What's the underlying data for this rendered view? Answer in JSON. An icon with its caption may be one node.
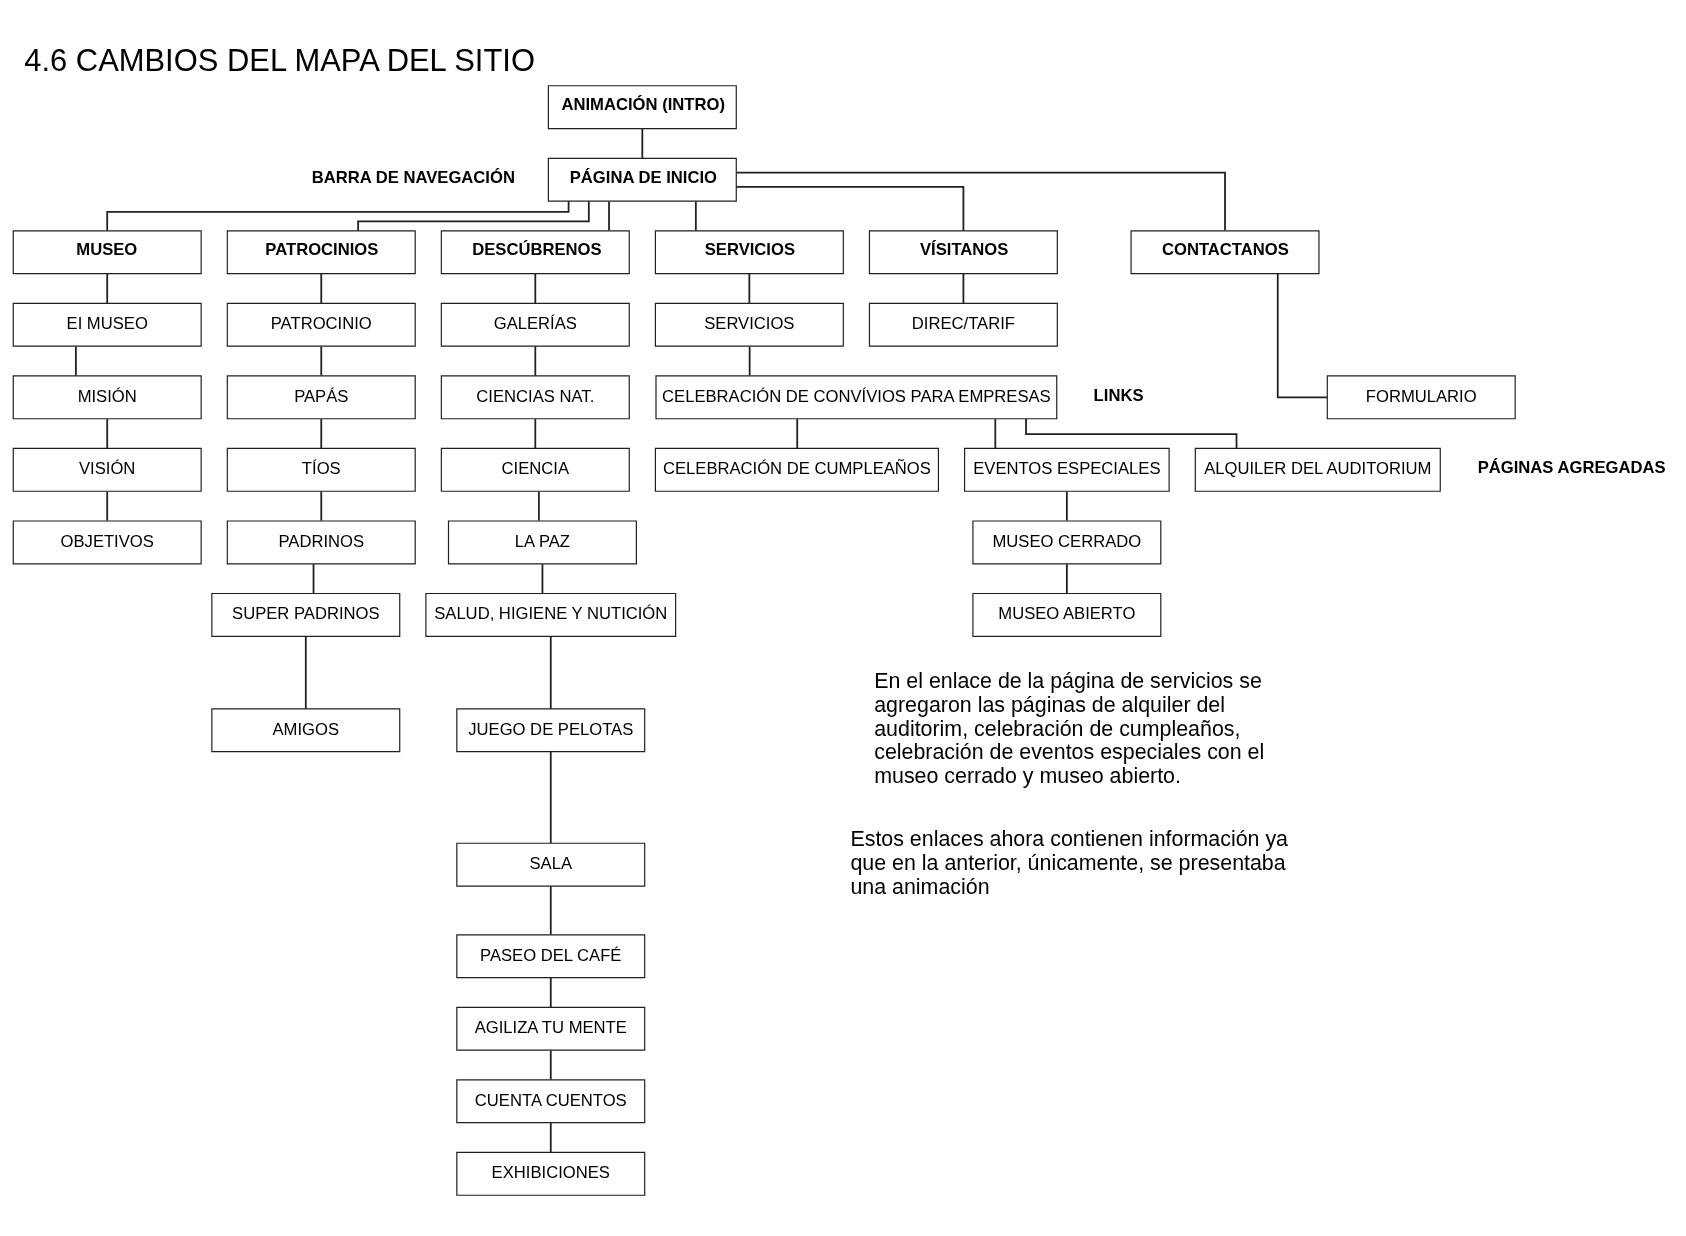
{
  "diagram": {
    "title": "4.6 CAMBIOS DEL MAPA DEL SITIO",
    "nodes": [
      {
        "text": [
          "ANIMACIÓN (INTRO)"
        ]
      },
      {
        "text": [
          "PÁGINA DE INICIO"
        ]
      },
      {
        "text": [
          "MUSEO"
        ]
      },
      {
        "text": [
          "PATROCINIOS"
        ]
      },
      {
        "text": [
          "DESCÚBRENOS"
        ]
      },
      {
        "text": [
          "SERVICIOS"
        ]
      },
      {
        "text": [
          "VÍSITANOS"
        ]
      },
      {
        "text": [
          "CONTACTANOS"
        ]
      },
      {
        "text": [
          "EI MUSEO"
        ]
      },
      {
        "text": [
          "MISIÓN"
        ]
      },
      {
        "text": [
          "VISIÓN"
        ]
      },
      {
        "text": [
          "OBJETIVOS"
        ]
      },
      {
        "text": [
          "PATROCINIO"
        ]
      },
      {
        "text": [
          "PAPÁS"
        ]
      },
      {
        "text": [
          "TÍOS"
        ]
      },
      {
        "text": [
          "PADRINOS"
        ]
      },
      {
        "text": [
          "SUPER PADRINOS"
        ]
      },
      {
        "text": [
          "AMIGOS"
        ]
      },
      {
        "text": [
          "GALERÍAS"
        ]
      },
      {
        "text": [
          "CIENCIAS NAT."
        ]
      },
      {
        "text": [
          "CIENCIA"
        ]
      },
      {
        "text": [
          "LA PAZ"
        ]
      },
      {
        "text": [
          "SALUD, HIGIENE Y NUTICIÓN"
        ]
      },
      {
        "text": [
          "JUEGO DE PELOTAS"
        ]
      },
      {
        "text": [
          "SALA"
        ]
      },
      {
        "text": [
          "PASEO DEL CAFÉ"
        ]
      },
      {
        "text": [
          "AGILIZA TU MENTE"
        ]
      },
      {
        "text": [
          "CUENTA CUENTOS"
        ]
      },
      {
        "text": [
          "EXHIBICIONES"
        ]
      },
      {
        "text": [
          "SERVICIOS"
        ]
      },
      {
        "text": [
          "CELEBRACIÓN DE CONVÍVIOS PARA EMPRESAS"
        ]
      },
      {
        "text": [
          "ALQUILER DEL AUDITORIUM"
        ]
      },
      {
        "text": [
          "CELEBRACIÓN DE CUMPLEAÑOS"
        ]
      },
      {
        "text": [
          "EVENTOS ESPECIALES"
        ]
      },
      {
        "text": [
          "MUSEO CERRADO"
        ]
      },
      {
        "text": [
          "MUSEO ABIERTO"
        ]
      },
      {
        "text": [
          "DIREC/TARIF"
        ]
      },
      {
        "text": [
          "FORMULARIO"
        ]
      }
    ],
    "edges": [
      {
        "from": 0,
        "to": 1,
        "arrow": "none"
      },
      {
        "from": 1,
        "to": 2,
        "arrow": "none"
      },
      {
        "from": 1,
        "to": 3,
        "arrow": "none"
      },
      {
        "from": 1,
        "to": 4,
        "arrow": "none"
      },
      {
        "from": 1,
        "to": 5,
        "arrow": "none"
      },
      {
        "from": 1,
        "to": 6,
        "arrow": "none"
      },
      {
        "from": 1,
        "to": 7,
        "arrow": "none"
      },
      {
        "from": 2,
        "to": 8,
        "arrow": "none"
      },
      {
        "from": 8,
        "to": 9,
        "arrow": "none"
      },
      {
        "from": 9,
        "to": 10,
        "arrow": "none"
      },
      {
        "from": 10,
        "to": 11,
        "arrow": "none"
      },
      {
        "from": 3,
        "to": 12,
        "arrow": "none"
      },
      {
        "from": 12,
        "to": 13,
        "arrow": "none"
      },
      {
        "from": 13,
        "to": 14,
        "arrow": "none"
      },
      {
        "from": 14,
        "to": 15,
        "arrow": "none"
      },
      {
        "from": 15,
        "to": 16,
        "arrow": "none"
      },
      {
        "from": 16,
        "to": 17,
        "arrow": "none"
      },
      {
        "from": 4,
        "to": 18,
        "arrow": "none"
      },
      {
        "from": 18,
        "to": 19,
        "arrow": "none"
      },
      {
        "from": 19,
        "to": 20,
        "arrow": "none"
      },
      {
        "from": 20,
        "to": 21,
        "arrow": "none"
      },
      {
        "from": 21,
        "to": 22,
        "arrow": "none"
      },
      {
        "from": 22,
        "to": 23,
        "arrow": "none"
      },
      {
        "from": 23,
        "to": 24,
        "arrow": "none"
      },
      {
        "from": 24,
        "to": 25,
        "arrow": "none"
      },
      {
        "from": 25,
        "to": 26,
        "arrow": "none"
      },
      {
        "from": 26,
        "to": 27,
        "arrow": "none"
      },
      {
        "from": 27,
        "to": 28,
        "arrow": "none"
      },
      {
        "from": 5,
        "to": 29,
        "arrow": "none"
      },
      {
        "from": 29,
        "to": 30,
        "arrow": "none"
      },
      {
        "from": 30,
        "to": 31,
        "arrow": "none"
      },
      {
        "from": 30,
        "to": 32,
        "arrow": "none"
      },
      {
        "from": 30,
        "to": 33,
        "arrow": "none"
      },
      {
        "from": 33,
        "to": 34,
        "arrow": "none"
      },
      {
        "from": 34,
        "to": 35,
        "arrow": "none"
      },
      {
        "from": 6,
        "to": 36,
        "arrow": "none"
      },
      {
        "from": 7,
        "to": 37,
        "arrow": "none"
      }
    ],
    "labels": [
      "BARRA DE NAVEGACIÓN",
      "LINKS",
      "PÁGINAS AGREGADAS",
      "En el enlace de la página de servicios se agregaron las páginas de alquiler del auditorim, celebración de cumpleaños, celebración de eventos especiales con el museo cerrado y museo abierto.",
      "Estos enlaces ahora contienen información ya que en la anterior, únicamente, se presentaba una animación"
    ]
  }
}
